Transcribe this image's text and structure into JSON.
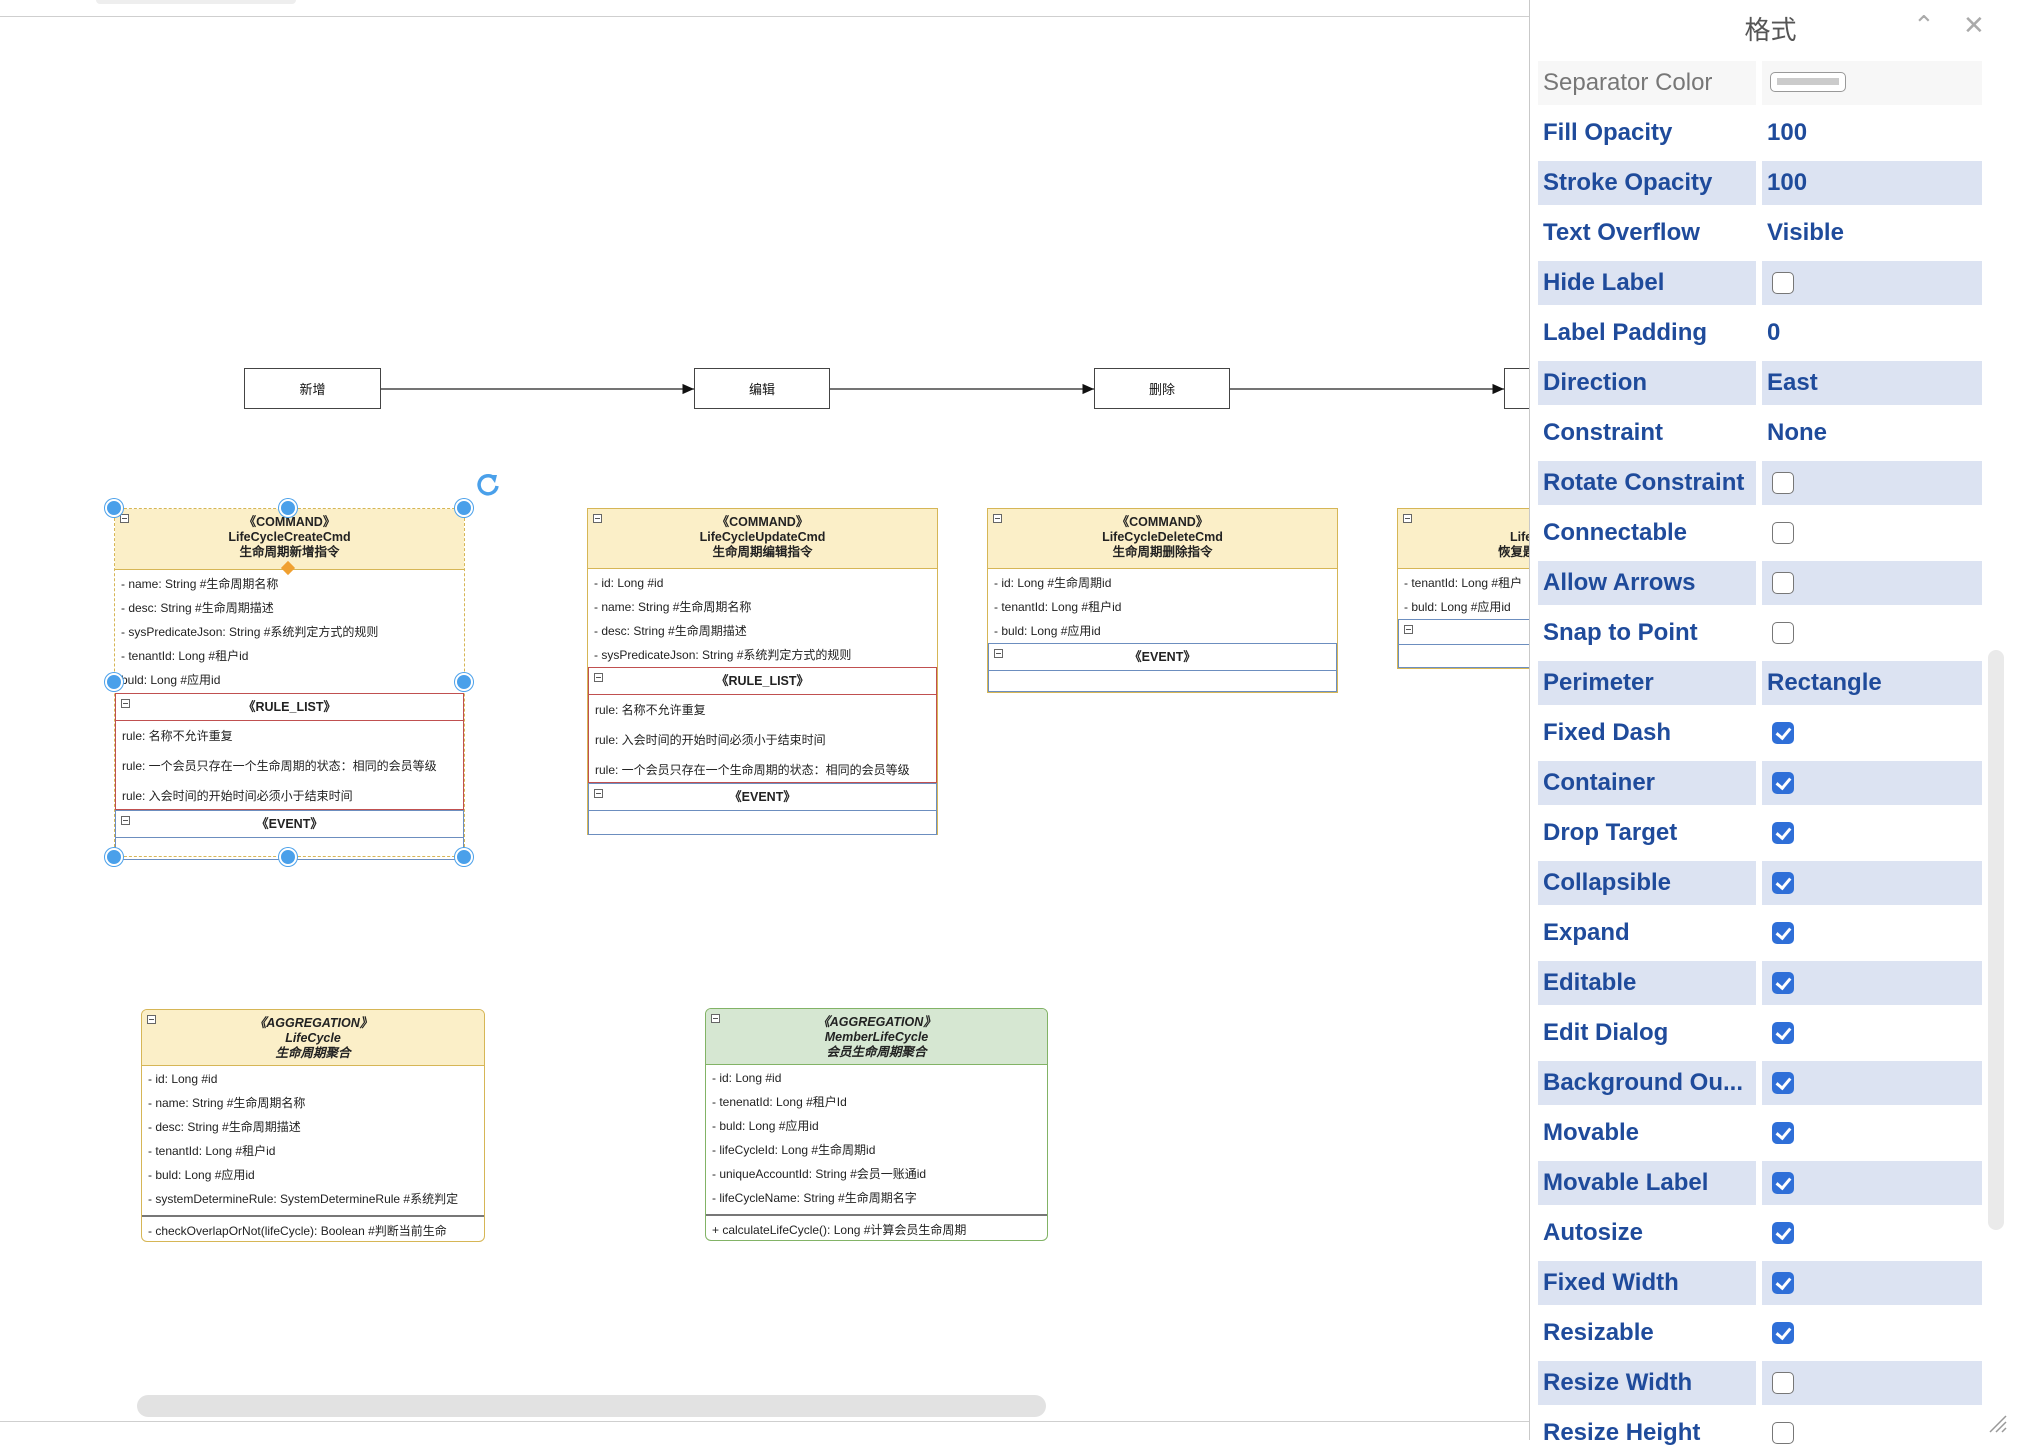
{
  "flow": {
    "boxes": [
      "新增",
      "编辑",
      "删除",
      ""
    ]
  },
  "create_cmd": {
    "stereotype": "《COMMAND》",
    "name": "LifeCycleCreateCmd",
    "cn": "生命周期新增指令",
    "fields": [
      "- name: String    #生命周期名称",
      "- desc: String    #生命周期描述",
      "- sysPredicateJson: String    #系统判定方式的规则",
      "- tenantId: Long    #租户id",
      "  buld: Long    #应用id"
    ],
    "rule_title": "《RULE_LIST》",
    "rules": [
      "rule: 名称不允许重复",
      "rule: 一个会员只存在一个生命周期的状态：相同的会员等级",
      "rule: 入会时间的开始时间必须小于结束时间"
    ],
    "event_title": "《EVENT》"
  },
  "update_cmd": {
    "stereotype": "《COMMAND》",
    "name": "LifeCycleUpdateCmd",
    "cn": "生命周期编辑指令",
    "fields": [
      "- id: Long    #id",
      "- name: String    #生命周期名称",
      "- desc: String    #生命周期描述",
      "- sysPredicateJson: String    #系统判定方式的规则"
    ],
    "rule_title": "《RULE_LIST》",
    "rules": [
      "rule: 名称不允许重复",
      "rule: 入会时间的开始时间必须小于结束时间",
      "rule: 一个会员只存在一个生命周期的状态：相同的会员等级"
    ],
    "event_title": "《EVENT》"
  },
  "delete_cmd": {
    "stereotype": "《COMMAND》",
    "name": "LifeCycleDeleteCmd",
    "cn": "生命周期删除指令",
    "fields": [
      "- id: Long    #生命周期id",
      "- tenantId: Long    #租户id",
      "- buld: Long    #应用id"
    ],
    "event_title": "《EVENT》"
  },
  "restore_cmd": {
    "name_partial": "Life",
    "cn_partial": "恢复题",
    "fields": [
      "- tenantId: Long    #租户",
      "- buld: Long    #应用id"
    ]
  },
  "agg_lifecycle": {
    "stereotype": "《AGGREGATION》",
    "name": "LifeCycle",
    "cn": "生命周期聚合",
    "fields": [
      "- id: Long    #id",
      "- name: String    #生命周期名称",
      "- desc: String    #生命周期描述",
      "- tenantId: Long    #租户id",
      "- buld: Long    #应用id",
      "- systemDetermineRule: SystemDetermineRule    #系统判定"
    ],
    "methods": [
      "- checkOverlapOrNot(lifeCycle): Boolean    #判断当前生命"
    ]
  },
  "agg_member": {
    "stereotype": "《AGGREGATION》",
    "name": "MemberLifeCycle",
    "cn": "会员生命周期聚合",
    "fields": [
      "- id: Long    #id",
      "- tenenatId: Long    #租户Id",
      "- buld: Long    #应用id",
      "- lifeCycleId: Long    #生命周期id",
      "- uniqueAccountId: String    #会员一账通id",
      "- lifeCycleName: String    #生命周期名字"
    ],
    "methods": [
      "+ calculateLifeCycle(): Long    #计算会员生命周期"
    ]
  },
  "panel": {
    "title": "格式",
    "collapse_icon": "chevron-up",
    "close_icon": "close",
    "rows": [
      {
        "label": "Separator Color",
        "type": "color",
        "style": "gray"
      },
      {
        "label": "Fill Opacity",
        "type": "text",
        "value": "100"
      },
      {
        "label": "Stroke Opacity",
        "type": "text",
        "value": "100"
      },
      {
        "label": "Text Overflow",
        "type": "text",
        "value": "Visible"
      },
      {
        "label": "Hide Label",
        "type": "check",
        "checked": false
      },
      {
        "label": "Label Padding",
        "type": "text",
        "value": "0"
      },
      {
        "label": "Direction",
        "type": "text",
        "value": "East"
      },
      {
        "label": "Constraint",
        "type": "text",
        "value": "None"
      },
      {
        "label": "Rotate Constraint",
        "type": "check",
        "checked": false
      },
      {
        "label": "Connectable",
        "type": "check",
        "checked": false
      },
      {
        "label": "Allow Arrows",
        "type": "check",
        "checked": false
      },
      {
        "label": "Snap to Point",
        "type": "check",
        "checked": false
      },
      {
        "label": "Perimeter",
        "type": "text",
        "value": "Rectangle"
      },
      {
        "label": "Fixed Dash",
        "type": "check",
        "checked": true
      },
      {
        "label": "Container",
        "type": "check",
        "checked": true
      },
      {
        "label": "Drop Target",
        "type": "check",
        "checked": true
      },
      {
        "label": "Collapsible",
        "type": "check",
        "checked": true
      },
      {
        "label": "Expand",
        "type": "check",
        "checked": true
      },
      {
        "label": "Editable",
        "type": "check",
        "checked": true
      },
      {
        "label": "Edit Dialog",
        "type": "check",
        "checked": true
      },
      {
        "label": "Background Ou...",
        "type": "check",
        "checked": true
      },
      {
        "label": "Movable",
        "type": "check",
        "checked": true
      },
      {
        "label": "Movable Label",
        "type": "check",
        "checked": true
      },
      {
        "label": "Autosize",
        "type": "check",
        "checked": true
      },
      {
        "label": "Fixed Width",
        "type": "check",
        "checked": true
      },
      {
        "label": "Resizable",
        "type": "check",
        "checked": true
      },
      {
        "label": "Resize Width",
        "type": "check",
        "checked": false
      },
      {
        "label": "Resize Height",
        "type": "check",
        "checked": false
      }
    ]
  },
  "colors": {
    "command_header": "#fbefc8",
    "aggregation_header": "#fbefc8",
    "member_header": "#d6e7d2",
    "command_border": "#d6b656",
    "rule_border": "#c05050",
    "event_border": "#6c8ebf",
    "member_border": "#82b366",
    "panel_label": "#1f4b9b",
    "panel_alt_row": "#dce3f2",
    "checkbox_on": "#2f6fd8",
    "selection_handle": "#4aa0ea"
  }
}
